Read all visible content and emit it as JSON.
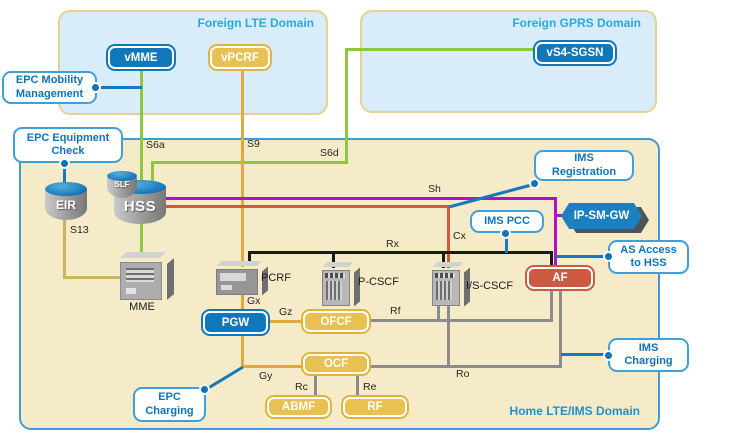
{
  "domains": {
    "foreign_lte": {
      "title": "Foreign LTE Domain"
    },
    "foreign_gprs": {
      "title": "Foreign GPRS Domain"
    },
    "home": {
      "title": "Home LTE/IMS Domain"
    }
  },
  "nodes": {
    "vmme": {
      "label": "vMME"
    },
    "vpcrf": {
      "label": "vPCRF"
    },
    "vs4sgsn": {
      "label": "vS4-SGSN"
    },
    "eir": {
      "label": "EIR"
    },
    "slf": {
      "label": "SLF"
    },
    "hss": {
      "label": "HSS"
    },
    "mme": {
      "label": "MME"
    },
    "pcrf": {
      "label": "PCRF"
    },
    "pcscf": {
      "label": "P-CSCF"
    },
    "iscscf": {
      "label": "I/S-CSCF"
    },
    "af": {
      "label": "AF"
    },
    "ipsmgw": {
      "label": "IP-SM-GW"
    },
    "pgw": {
      "label": "PGW"
    },
    "ofcf": {
      "label": "OFCF"
    },
    "ocf": {
      "label": "OCF"
    },
    "abmf": {
      "label": "ABMF"
    },
    "rf": {
      "label": "RF"
    }
  },
  "callouts": {
    "epc_mobility": {
      "label": "EPC Mobility\nManagement"
    },
    "epc_equipment": {
      "label": "EPC Equipment\nCheck"
    },
    "ims_registration": {
      "label": "IMS\nRegistration"
    },
    "ims_pcc": {
      "label": "IMS PCC"
    },
    "as_access": {
      "label": "AS Access\nto HSS"
    },
    "ims_charging": {
      "label": "IMS\nCharging"
    },
    "epc_charging": {
      "label": "EPC\nCharging"
    }
  },
  "interfaces": {
    "s6a": "S6a",
    "s9": "S9",
    "s6d": "S6d",
    "sh": "Sh",
    "s13": "S13",
    "rx": "Rx",
    "cx": "Cx",
    "gx": "Gx",
    "gz": "Gz",
    "rf": "Rf",
    "gy": "Gy",
    "rc": "Rc",
    "re": "Re",
    "ro": "Ro"
  },
  "colors": {
    "blue_node": "#1177bb",
    "yellow_node": "#e9c052",
    "red_node": "#cc5a41",
    "green_line": "#8dc63f",
    "amber_line": "#dfa93c",
    "purple_line": "#b111c2",
    "red_line": "#d4573e",
    "gray_line": "#8c8c8c",
    "tan_line": "#c9b462",
    "blue_line": "#1778be",
    "black_line": "#1a1a1a",
    "foreign_fill": "#d8edf9",
    "home_fill": "#f6ebc8",
    "foreign_border": "#e6d190",
    "home_border": "#3e9bd3"
  }
}
